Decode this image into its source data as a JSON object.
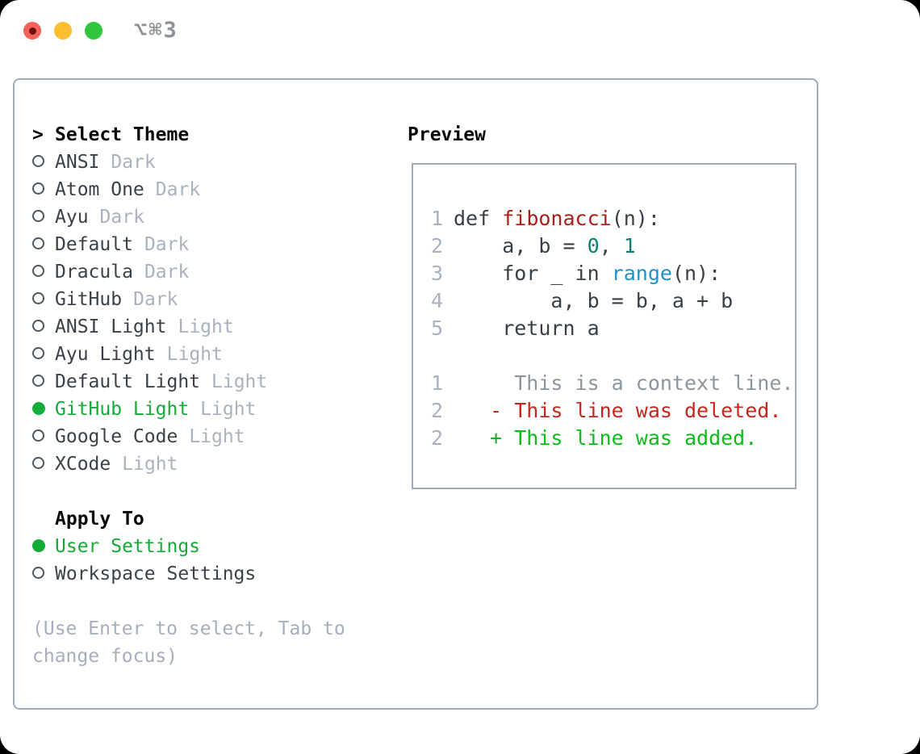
{
  "window": {
    "shortcut_label": "⌥⌘3",
    "traffic_lights": [
      {
        "name": "close",
        "color": "#f4615a",
        "dot": true
      },
      {
        "name": "minimize",
        "color": "#fbbf2f",
        "dot": false
      },
      {
        "name": "zoom",
        "color": "#2fc53c",
        "dot": false
      }
    ]
  },
  "theme_picker": {
    "prompt_marker": ">",
    "title": "Select Theme",
    "themes": [
      {
        "name": "ANSI",
        "variant": "Dark",
        "selected": false
      },
      {
        "name": "Atom One",
        "variant": "Dark",
        "selected": false
      },
      {
        "name": "Ayu",
        "variant": "Dark",
        "selected": false
      },
      {
        "name": "Default",
        "variant": "Dark",
        "selected": false
      },
      {
        "name": "Dracula",
        "variant": "Dark",
        "selected": false
      },
      {
        "name": "GitHub",
        "variant": "Dark",
        "selected": false
      },
      {
        "name": "ANSI Light",
        "variant": "Light",
        "selected": false
      },
      {
        "name": "Ayu Light",
        "variant": "Light",
        "selected": false
      },
      {
        "name": "Default Light",
        "variant": "Light",
        "selected": false
      },
      {
        "name": "GitHub Light",
        "variant": "Light",
        "selected": true
      },
      {
        "name": "Google Code",
        "variant": "Light",
        "selected": false
      },
      {
        "name": "XCode",
        "variant": "Light",
        "selected": false
      }
    ]
  },
  "apply_section": {
    "title": "Apply To",
    "options": [
      {
        "label": "User Settings",
        "selected": true
      },
      {
        "label": "Workspace Settings",
        "selected": false
      }
    ]
  },
  "help_text": "(Use Enter to select, Tab to change focus)",
  "preview": {
    "title": "Preview",
    "code_lines": [
      {
        "num": "1",
        "segments": [
          {
            "text": "def ",
            "style": "plain"
          },
          {
            "text": "fibonacci",
            "style": "function"
          },
          {
            "text": "(n):",
            "style": "plain"
          }
        ]
      },
      {
        "num": "2",
        "segments": [
          {
            "text": "    a, b = ",
            "style": "plain"
          },
          {
            "text": "0",
            "style": "number"
          },
          {
            "text": ", ",
            "style": "plain"
          },
          {
            "text": "1",
            "style": "number"
          }
        ]
      },
      {
        "num": "3",
        "segments": [
          {
            "text": "    for _ in ",
            "style": "plain"
          },
          {
            "text": "range",
            "style": "builtin"
          },
          {
            "text": "(n):",
            "style": "plain"
          }
        ]
      },
      {
        "num": "4",
        "segments": [
          {
            "text": "        a, b = b, a + b",
            "style": "plain"
          }
        ]
      },
      {
        "num": "5",
        "segments": [
          {
            "text": "    return a",
            "style": "plain"
          }
        ]
      }
    ],
    "diff_lines": [
      {
        "num": "1",
        "text": "     This is a context line.",
        "kind": "context"
      },
      {
        "num": "2",
        "text": "   - This line was deleted.",
        "kind": "deleted"
      },
      {
        "num": "2",
        "text": "   + This line was added.",
        "kind": "added"
      }
    ]
  },
  "colors": {
    "selected_green": "#14ab39",
    "diff_added_green": "#0abd17",
    "diff_deleted_red": "#c7261d",
    "diff_context_gray": "#8d959e",
    "code_function_red": "#a8211b",
    "code_number_teal": "#0e7d74",
    "code_builtin_blue": "#1f92cc",
    "code_plain": "#383f47",
    "line_number_gray": "#a9b2be",
    "variant_tag_gray": "#a9b2be",
    "theme_name_gray": "#3a4149",
    "radio_ring_gray": "#4d565f",
    "help_gray": "#a6afbb",
    "border_gray": "#a2abb6",
    "title_black": "#0a0a0a",
    "shortcut_gray": "#8f9399",
    "traffic_red_dot": "#6e110d"
  }
}
